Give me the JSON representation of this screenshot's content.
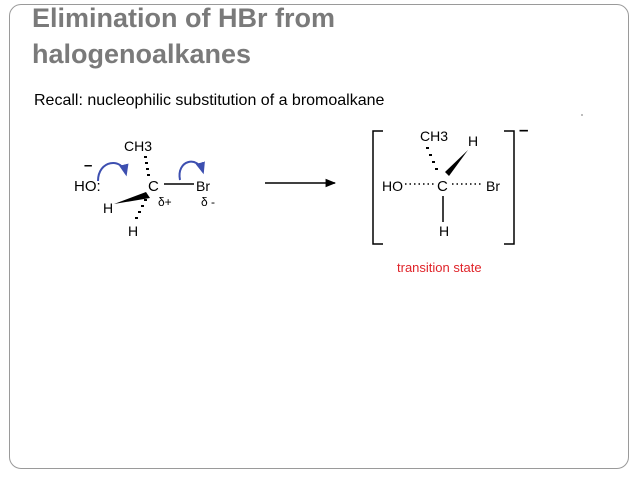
{
  "slide": {
    "title_line1": "Elimination of HBr from",
    "title_line2": "halogenoalkanes",
    "subtitle": "Recall: nucleophilic substitution of a bromoalkane"
  },
  "reactant": {
    "charge": "–",
    "nucleophile": "HO:",
    "top_group": "CH3",
    "carbon": "C",
    "left_h": "H",
    "bottom_h": "H",
    "leaving_group": "Br",
    "delta_plus": "δ+",
    "delta_minus": "δ -"
  },
  "transition_state": {
    "top_group": "CH3",
    "top_right_h": "H",
    "left_group": "HO",
    "carbon": "C",
    "right_group": "Br",
    "bottom_h": "H",
    "charge": "–",
    "label": "transition state"
  },
  "colors": {
    "title": "#7a7a7a",
    "curly_arrow": "#3d4fb0",
    "ts_label": "#e0242a"
  },
  "icons": {
    "reaction_arrow": "right-arrow-icon",
    "curly_arrow": "curved-arrow-icon"
  }
}
